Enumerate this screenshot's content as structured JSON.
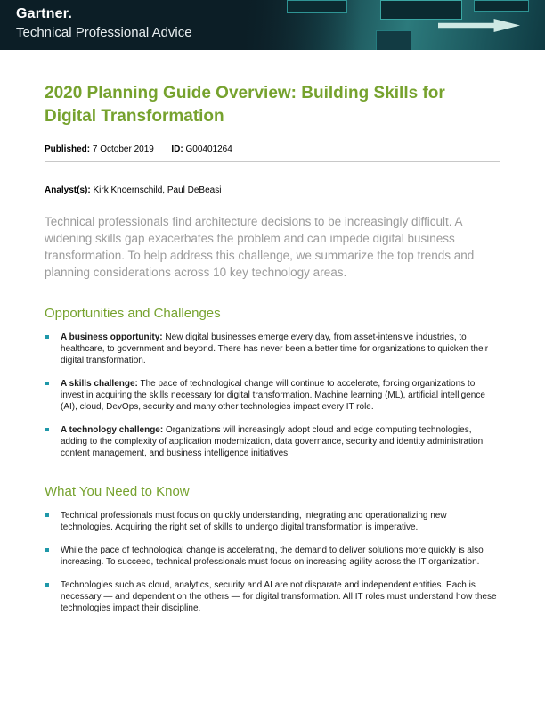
{
  "header": {
    "logo": "Gartner.",
    "subtitle": "Technical Professional Advice"
  },
  "doc": {
    "title": "2020 Planning Guide Overview: Building Skills for Digital Transformation",
    "published_label": "Published:",
    "published_value": "7 October 2019",
    "id_label": "ID:",
    "id_value": "G00401264",
    "analysts_label": "Analyst(s):",
    "analysts_value": "Kirk Knoernschild, Paul DeBeasi",
    "summary": "Technical professionals find architecture decisions to be increasingly difficult. A widening skills gap exacerbates the problem and can impede digital business transformation. To help address this challenge, we summarize the top trends and planning considerations across 10 key technology areas."
  },
  "sections": [
    {
      "heading": "Opportunities and Challenges",
      "bullets": [
        {
          "lead": "A business opportunity:",
          "text": " New digital businesses emerge every day, from asset-intensive industries, to healthcare, to government and beyond. There has never been a better time for organizations to quicken their digital transformation."
        },
        {
          "lead": "A skills challenge:",
          "text": " The pace of technological change will continue to accelerate, forcing organizations to invest in acquiring the skills necessary for digital transformation. Machine learning (ML), artificial intelligence (AI), cloud, DevOps, security and many other technologies impact every IT role."
        },
        {
          "lead": "A technology challenge:",
          "text": " Organizations will increasingly adopt cloud and edge computing technologies, adding to the complexity of application modernization, data governance, security and identity administration, content management, and business intelligence initiatives."
        }
      ]
    },
    {
      "heading": "What You Need to Know",
      "bullets": [
        {
          "lead": "",
          "text": "Technical professionals must focus on quickly understanding, integrating and operationalizing new technologies. Acquiring the right set of skills to undergo digital transformation is imperative."
        },
        {
          "lead": "",
          "text": "While the pace of technological change is accelerating, the demand to deliver solutions more quickly is also increasing. To succeed, technical professionals must focus on increasing agility across the IT organization."
        },
        {
          "lead": "",
          "text": "Technologies such as cloud, analytics, security and AI are not disparate and independent entities. Each is necessary — and dependent on the others — for digital transformation. All IT roles must understand how these technologies impact their discipline."
        }
      ]
    }
  ],
  "colors": {
    "masthead_bg": "#0c1e26",
    "accent_green": "#76a22e",
    "bullet_teal": "#1f98a9",
    "summary_gray": "#9b9b9b",
    "art_teal": "#2c7a7c"
  }
}
